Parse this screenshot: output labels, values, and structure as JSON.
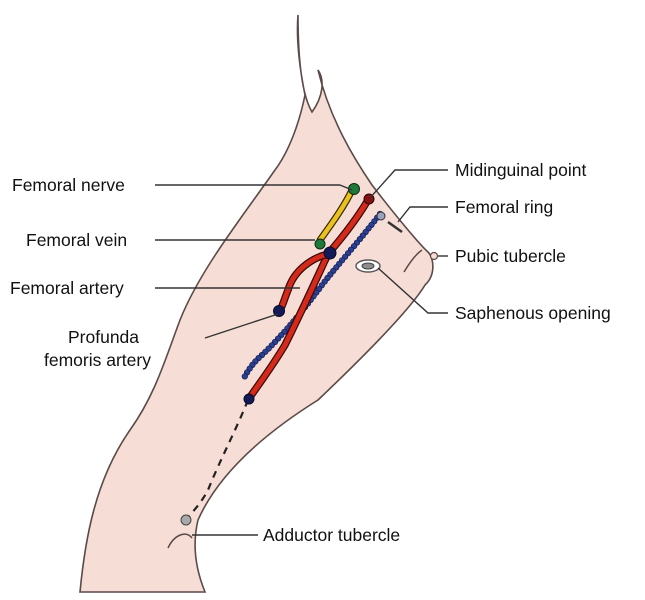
{
  "colors": {
    "skin": "#f6ddd6",
    "skin_outline": "#5a4a48",
    "artery": "#d42a1c",
    "vein_dots": "#2b3f93",
    "nerve": "#e9c21f",
    "leader": "#333333"
  },
  "labels": {
    "femoral_nerve": "Femoral nerve",
    "femoral_vein": "Femoral vein",
    "femoral_artery": "Femoral artery",
    "profunda_line1": "Profunda",
    "profunda_line2": "femoris artery",
    "midinguinal_point": "Midinguinal point",
    "femoral_ring": "Femoral ring",
    "pubic_tubercle": "Pubic tubercle",
    "saphenous_opening": "Saphenous opening",
    "adductor_tubercle": "Adductor tubercle"
  }
}
